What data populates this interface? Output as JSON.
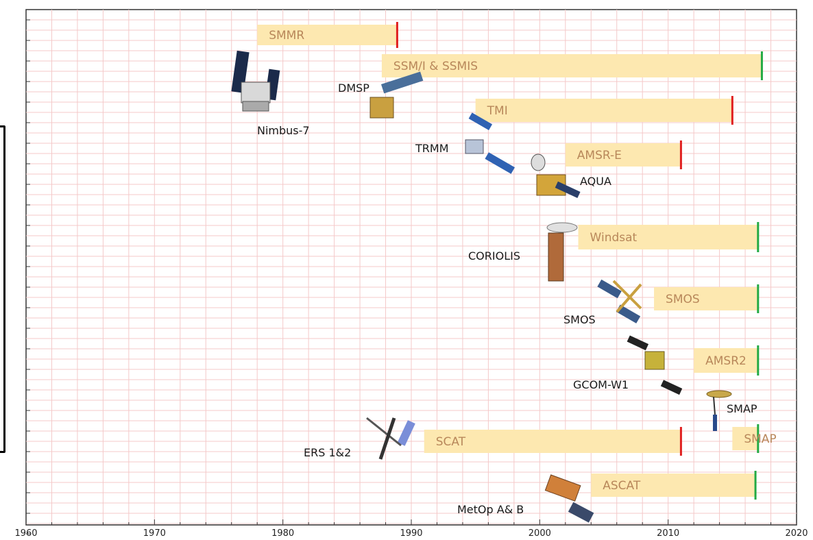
{
  "chart_data": {
    "type": "bar",
    "subtype": "timeline-gantt",
    "title": "",
    "xlabel": "",
    "ylabel": "",
    "xlim": [
      1960,
      2020
    ],
    "x_ticks": [
      1960,
      1970,
      1980,
      1990,
      2000,
      2010,
      2020
    ],
    "grid": true,
    "grid_color": "#f4c9c9",
    "bar_color": "#fde8b0",
    "bar_label_color": "#b8875a",
    "end_marker_colors": {
      "ended": "#e02020",
      "active": "#22aa44"
    },
    "missions": [
      {
        "label": "SMMR",
        "start": 1978.0,
        "end": 1988.9,
        "status": "ended"
      },
      {
        "label": "SSM/I  & SSMIS",
        "start": 1987.7,
        "end": 2017.3,
        "status": "active"
      },
      {
        "label": "TMI",
        "start": 1995.0,
        "end": 2015.0,
        "status": "ended"
      },
      {
        "label": "AMSR-E",
        "start": 2002.0,
        "end": 2011.0,
        "status": "ended"
      },
      {
        "label": "Windsat",
        "start": 2003.0,
        "end": 2017.0,
        "status": "active"
      },
      {
        "label": "SMOS",
        "start": 2008.9,
        "end": 2017.0,
        "status": "active"
      },
      {
        "label": "AMSR2",
        "start": 2012.0,
        "end": 2017.0,
        "status": "active"
      },
      {
        "label": "SCAT",
        "start": 1991.0,
        "end": 2011.0,
        "status": "ended"
      },
      {
        "label": "SMAP",
        "start": 2015.0,
        "end": 2017.0,
        "status": "active"
      },
      {
        "label": "ASCAT",
        "start": 2004.0,
        "end": 2016.8,
        "status": "active"
      }
    ],
    "satellites": [
      {
        "label": "Nimbus-7"
      },
      {
        "label": "DMSP"
      },
      {
        "label": "TRMM"
      },
      {
        "label": "AQUA"
      },
      {
        "label": "CORIOLIS"
      },
      {
        "label": "SMOS"
      },
      {
        "label": "GCOM-W1"
      },
      {
        "label": "SMAP"
      },
      {
        "label": "ERS 1&2"
      },
      {
        "label": "MetOp A& B"
      }
    ]
  }
}
